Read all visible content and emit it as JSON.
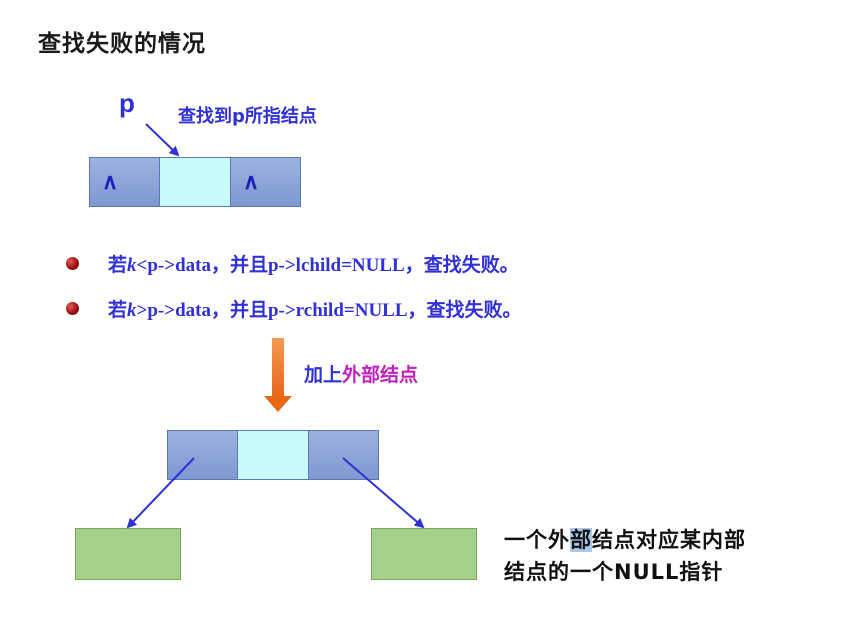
{
  "title": "查找失败的情况",
  "pointer": {
    "label": "p",
    "description": "查找到p所指结点"
  },
  "node_top": {
    "left_symbol": "∧",
    "right_symbol": "∧"
  },
  "conditions": [
    {
      "prefix": "若",
      "var": "k",
      "rest": "<p->data，并且p->lchild=NULL，查找失败。"
    },
    {
      "prefix": "若",
      "var": "k",
      "rest": ">p->data，并且p->rchild=NULL，查找失败。"
    }
  ],
  "transition": {
    "part1": "加上",
    "part2": "外部结点",
    "part1_color": "#3030d8",
    "part2_color": "#c020c0"
  },
  "note": {
    "line1_a": "一个外",
    "line1_hl": "部",
    "line1_b": "结点对应某内部",
    "line2": "结点的一个NULL指针"
  },
  "colors": {
    "node_blue": "#8ea6d8",
    "node_cyan": "#c8fbfb",
    "external_green": "#a4d08a",
    "arrow_blue": "#3030d8",
    "arrow_orange": "#f07828"
  }
}
